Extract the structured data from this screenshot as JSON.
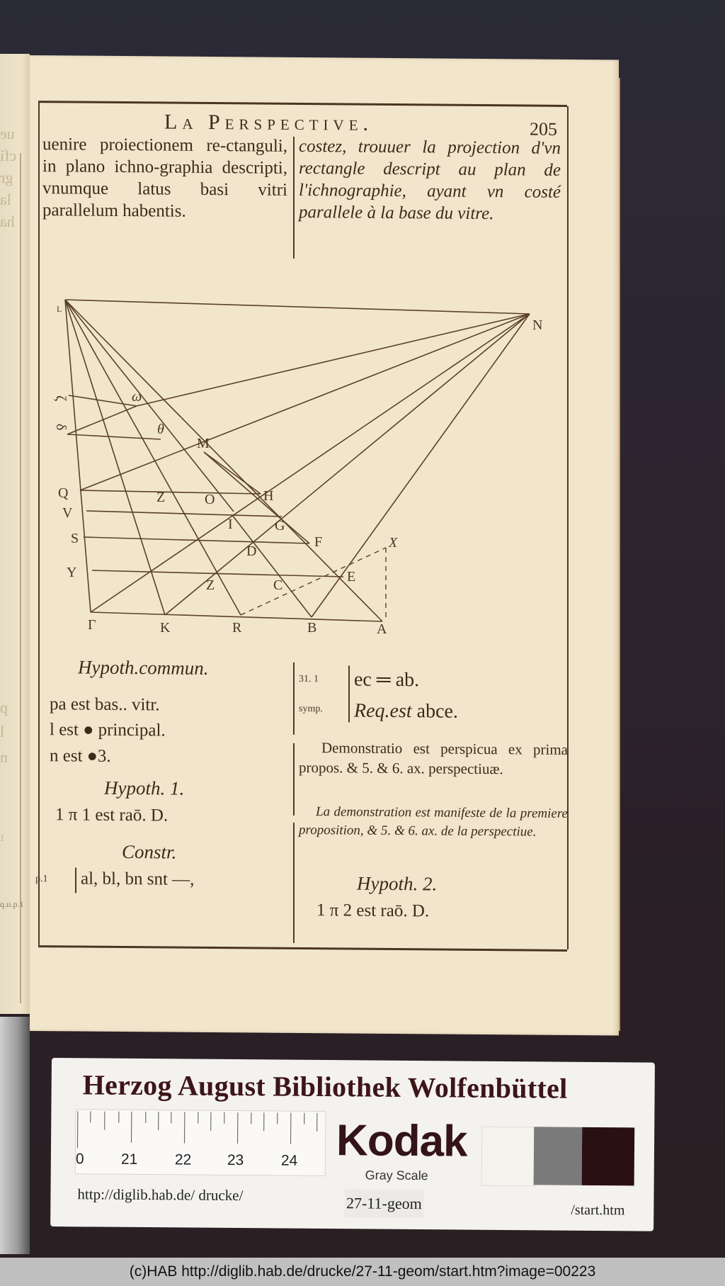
{
  "page": {
    "running_head": "La Perspective.",
    "page_number": "205",
    "latin_intro": "uenire proiectionem re-ctanguli, in plano ichno-graphia descripti, vnumque latus basi vitri parallelum habentis.",
    "french_intro": "costez, trouuer la projection d'vn rectangle descript au plan de l'ichnographie, ayant vn costé parallele à la base du vitre.",
    "figure": {
      "point_labels": {
        "L": "L",
        "N": "N",
        "zeta": "ζ",
        "delta": "δ",
        "omega": "ω",
        "theta": "θ",
        "M": "M",
        "Q": "Q",
        "V": "V",
        "S": "S",
        "Y": "Υ",
        "P": "Γ",
        "K": "K",
        "R": "R",
        "B": "B",
        "A": "A",
        "H": "H",
        "G": "G",
        "F": "F",
        "E": "E",
        "D": "D",
        "C": "C",
        "I": "I",
        "Z1": "Z",
        "Z2": "Z",
        "O": "O",
        "X": "X"
      }
    },
    "left_column": {
      "hypoth_common_title": "Hypoth.commun.",
      "hyp_lines": [
        "pa est bas.. vitr.",
        "l est ● principal.",
        "n est ●3."
      ],
      "hypoth1_title": "Hypoth. 1.",
      "hypoth1_line": "1 π 1 est raō. D.",
      "constr_title": "Constr.",
      "constr_margin_ref": "p.1",
      "constr_line": "al, bl, bn snt —,"
    },
    "right_column": {
      "ref1": "31. 1",
      "stmt1": "ec ═ ab.",
      "ref2": "symp.",
      "stmt2": "Req.est abce.",
      "demo_latin": "Demonstratio est perspicua ex prima propos. & 5. & 6. ax. perspectiuæ.",
      "demo_french": "La demonstration est manifeste de la premiere proposition, & 5. & 6. ax. de la perspectiue.",
      "hypoth2_title": "Hypoth. 2.",
      "hypoth2_line": "1 π 2 est raō. D."
    },
    "prev_page_ghost": [
      "ue",
      "cfi",
      "gr",
      "la",
      "ha",
      "p",
      "l",
      "n",
      "1",
      "q.ıı.p.1"
    ]
  },
  "card": {
    "title": "Herzog August Bibliothek Wolfenbüttel",
    "ruler_numbers": [
      "0",
      "21",
      "22",
      "23",
      "24"
    ],
    "brand": "Kodak",
    "grayscale_label": "Gray Scale",
    "url_left": "http://diglib.hab.de/ drucke/",
    "doc_id": "27-11-geom",
    "url_right": "/start.htm",
    "swatches": [
      "#f5f3ee",
      "#7a7a7a",
      "#2a1013"
    ]
  },
  "footer": {
    "copyright": "(c)HAB http://diglib.hab.de/drucke/27-11-geom/start.htm?image=00223"
  },
  "colors": {
    "paper": "#f1e6cc",
    "ink": "#3b2b1b",
    "backdrop": "#2b2630",
    "footer_bg": "#c0c0c0"
  }
}
